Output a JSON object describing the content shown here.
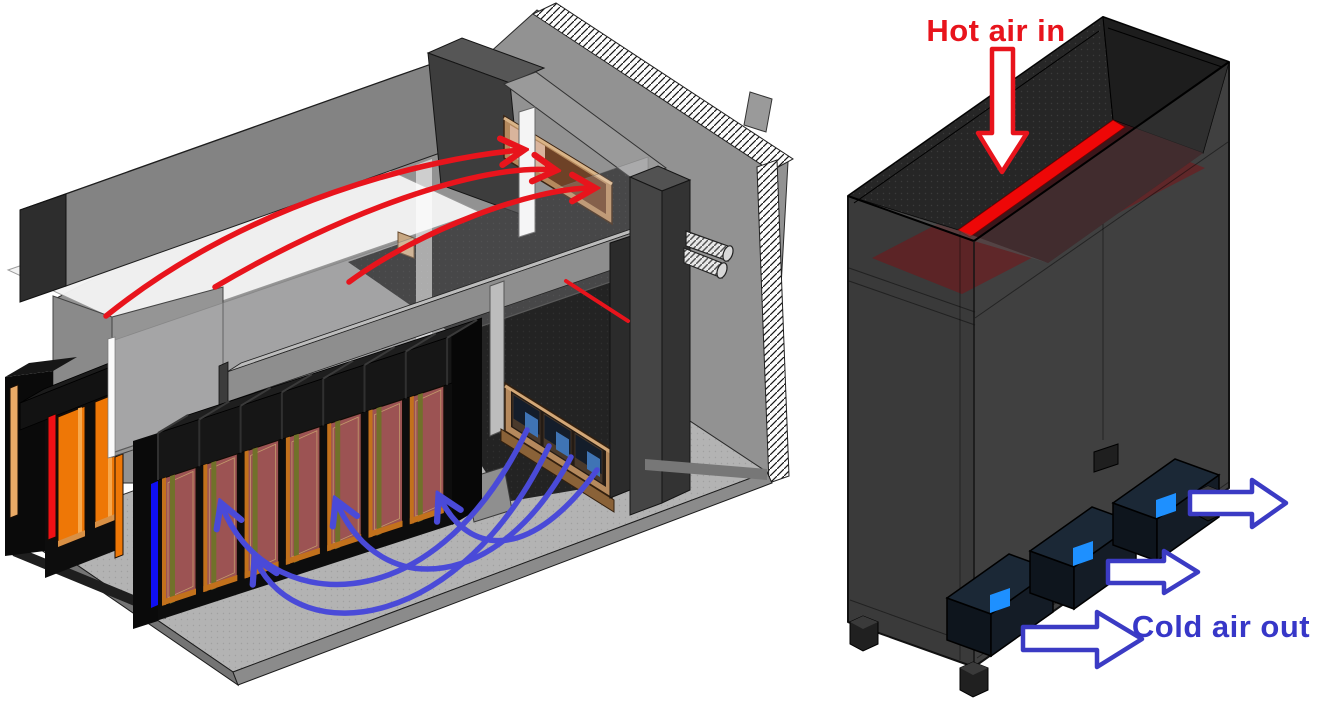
{
  "diagram": {
    "background": "#ffffff",
    "left_scene": {
      "name": "data-center-room-cutaway",
      "front_rack_count": 7,
      "back_row_elements": [
        "tan-panel",
        "red-strip",
        "orange-door",
        "orange-door",
        "orange-sliver"
      ],
      "hot_air_arrow_count": 3,
      "cold_air_arrow_count": 4,
      "vent_fan_count": 3
    },
    "right_scene": {
      "name": "cooling-unit-isometric",
      "labels": {
        "hot_air_in": "Hot air in",
        "cold_air_out": "Cold air out"
      },
      "outlet_box_count": 3,
      "cold_air_block_arrow_count": 3,
      "hot_air_down_arrow_count": 1
    },
    "colors": {
      "hot_red": "#e8141c",
      "cold_text_blue": "#3737c8",
      "cold_arrow_blue": "#3b3bc4",
      "cold_curve_blue": "#4a4ad8",
      "vent_fan_blue": "#3f74b5",
      "outlet_fan_blue": "#1e90ff",
      "intake_strip_red": "#ee0707",
      "rack_orange": "#ee7706",
      "rack_door_maroon": "#9c5353",
      "rack_trim_orange": "#c2711c",
      "rack_olive_strip": "#71712a",
      "rack_blue_strip": "#0f0ff2",
      "rack_red_strip": "#f01015",
      "tan_panel": "#eaaa66",
      "vent_frame_tan": "#b5895d",
      "wall_gray": "#929292",
      "floor_gray": "#b3b3b3",
      "cabinet_gray": "#3e3e3e"
    }
  }
}
